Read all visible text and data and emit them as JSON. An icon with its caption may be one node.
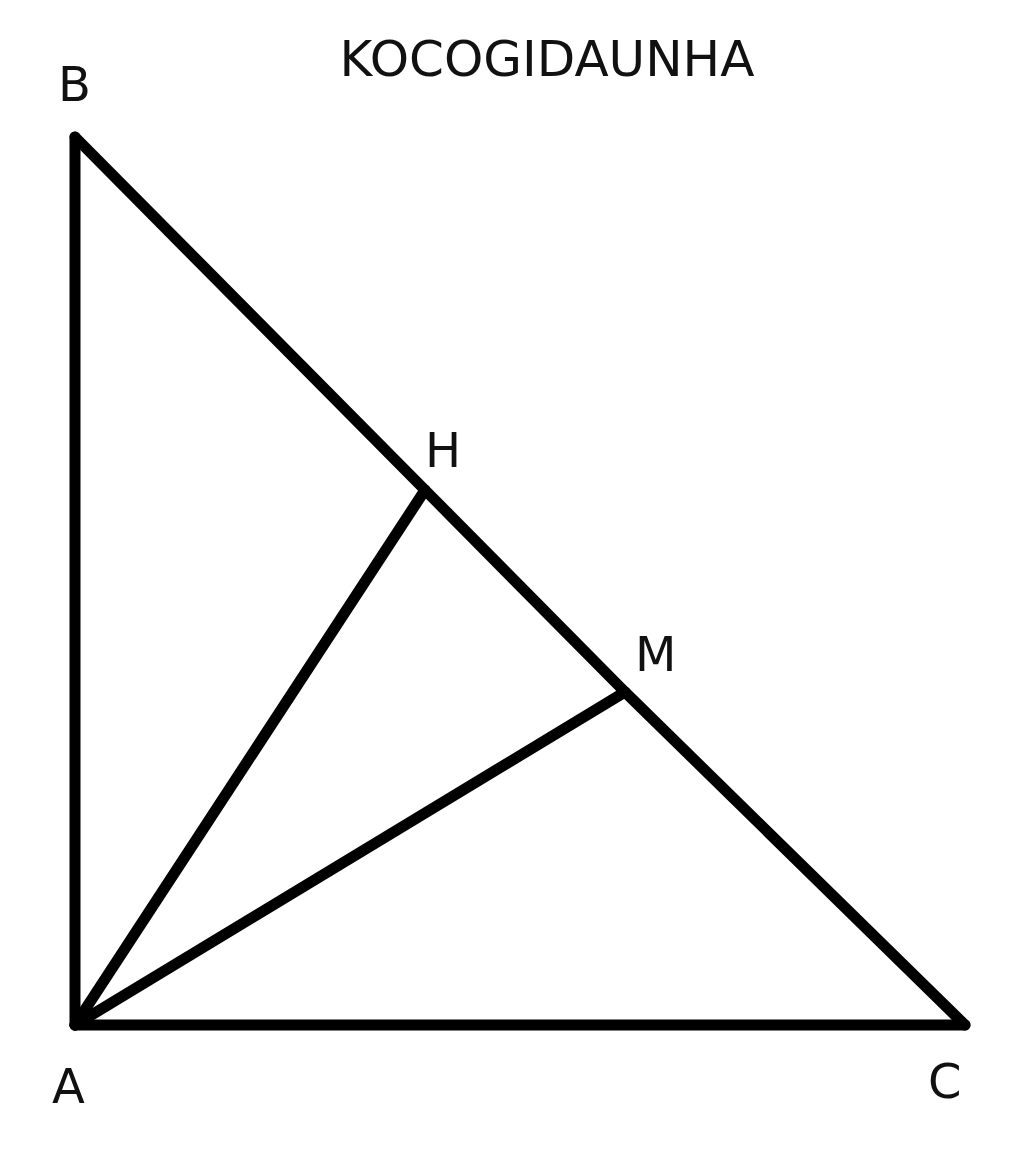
{
  "diagram": {
    "title": "KOCOGIDAUNHA",
    "nodes": [
      {
        "text": [
          "B"
        ]
      },
      {
        "text": [
          "H"
        ]
      },
      {
        "text": [
          "M"
        ]
      },
      {
        "text": [
          "A"
        ]
      },
      {
        "text": [
          "C"
        ]
      }
    ],
    "edges": [
      {
        "from": 3,
        "to": 0,
        "arrow": "none"
      },
      {
        "from": 3,
        "to": 4,
        "arrow": "none"
      },
      {
        "from": 0,
        "to": 1,
        "arrow": "none"
      },
      {
        "from": 1,
        "to": 2,
        "arrow": "none"
      },
      {
        "from": 2,
        "to": 4,
        "arrow": "none"
      },
      {
        "from": 3,
        "to": 1,
        "arrow": "none"
      },
      {
        "from": 3,
        "to": 2,
        "arrow": "none"
      }
    ]
  }
}
